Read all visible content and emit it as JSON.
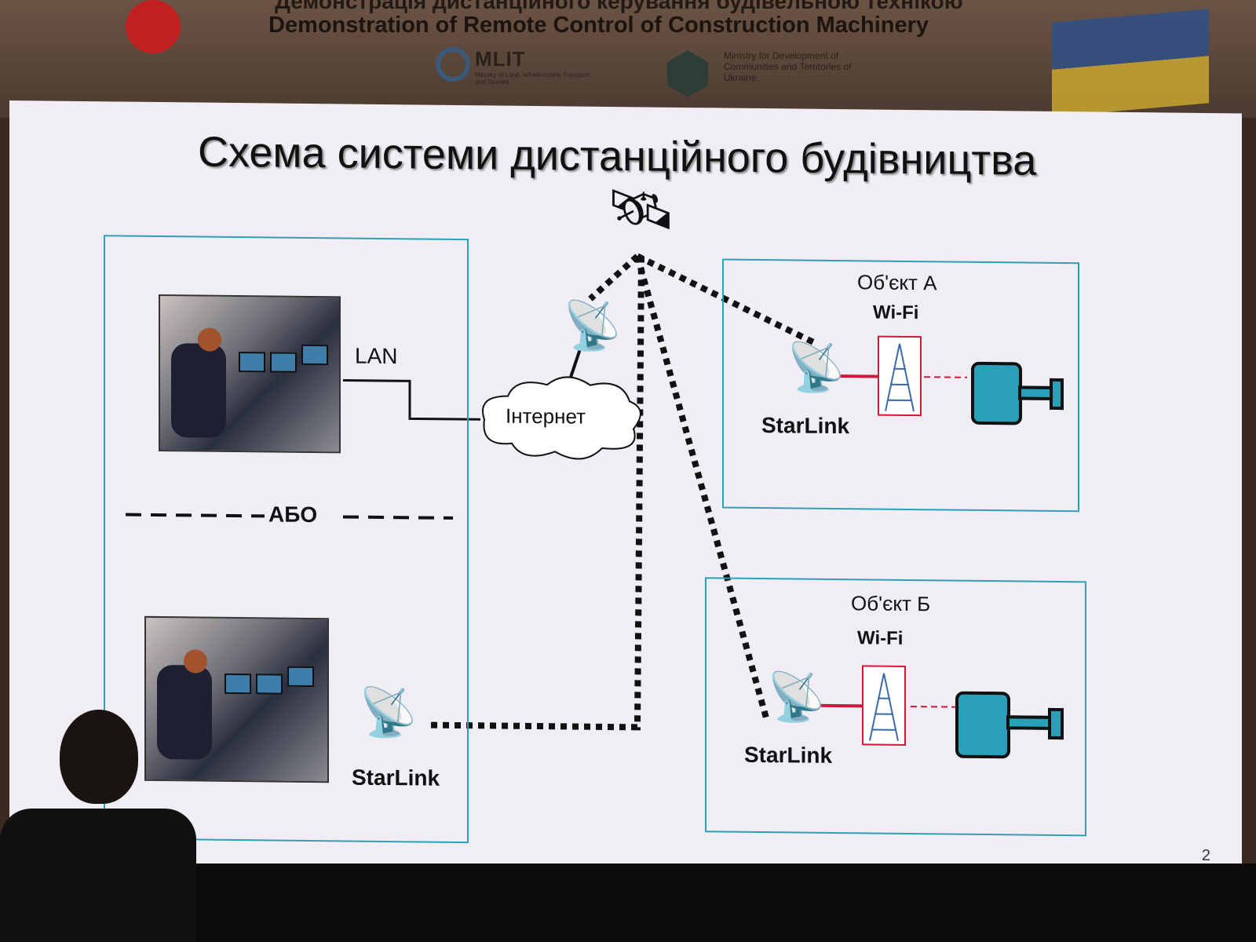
{
  "banner": {
    "title_ua": "Демонстрація дистанційного керування будівельною технікою",
    "title_en": "Demonstration of Remote Control of Construction Machinery",
    "logo_mlit": "MLIT",
    "mlit_sub": "Ministry of Land, Infrastructure, Transport and Tourism",
    "ukr_ministry": "Ministry for Development of Communities and Territories of Ukraine"
  },
  "slide": {
    "title": "Схема системи дистанційного будівництва",
    "lan": "LAN",
    "internet": "Інтернет",
    "or": "АБО",
    "starlink": "StarLink",
    "object_a": "Об'єкт А",
    "object_b": "Об'єкт Б",
    "wifi": "Wi-Fi",
    "page_number": "2"
  },
  "colors": {
    "box_border": "#2f9fb3",
    "tower_border": "#d0183a",
    "machine": "#2aa0b8"
  }
}
